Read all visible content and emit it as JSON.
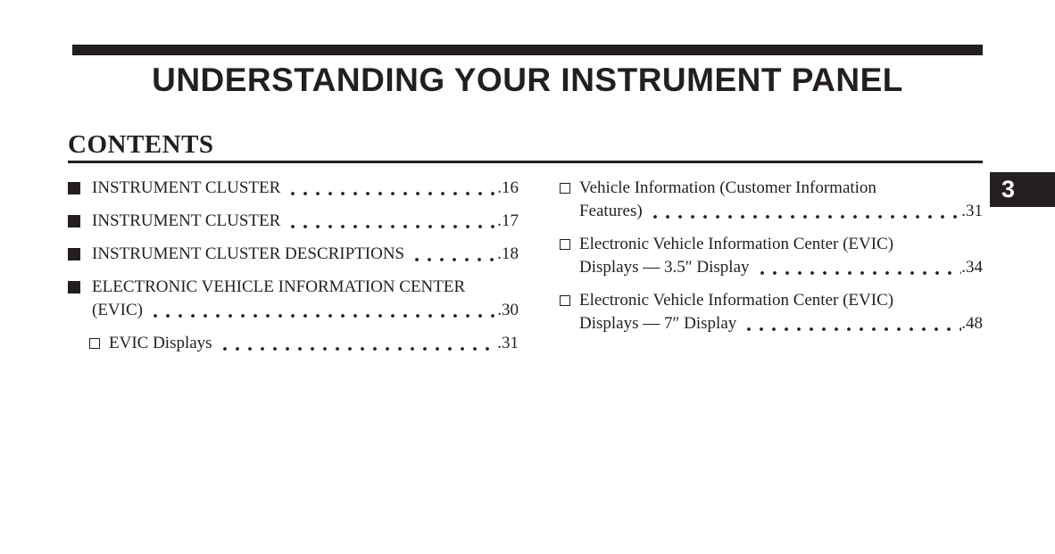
{
  "page": {
    "title": "UNDERSTANDING YOUR INSTRUMENT PANEL",
    "contents_heading": "CONTENTS",
    "chapter_tab_label": "3"
  },
  "colors": {
    "ink": "#231f20",
    "paper": "#ffffff",
    "tab_background": "#231f20",
    "tab_text": "#ffffff"
  },
  "toc": {
    "left_column": [
      {
        "bullet": "filled",
        "indent": false,
        "lines": [
          "INSTRUMENT CLUSTER"
        ],
        "page": "16",
        "page_label": ".16"
      },
      {
        "bullet": "filled",
        "indent": false,
        "lines": [
          "INSTRUMENT CLUSTER"
        ],
        "page": "17",
        "page_label": ".17"
      },
      {
        "bullet": "filled",
        "indent": false,
        "lines": [
          "INSTRUMENT CLUSTER DESCRIPTIONS"
        ],
        "page": "18",
        "page_label": ".18"
      },
      {
        "bullet": "filled",
        "indent": false,
        "lines": [
          "ELECTRONIC VEHICLE INFORMATION CENTER",
          "(EVIC)"
        ],
        "page": "30",
        "page_label": ".30"
      },
      {
        "bullet": "open",
        "indent": true,
        "lines": [
          "EVIC Displays"
        ],
        "page": "31",
        "page_label": ".31"
      }
    ],
    "right_column": [
      {
        "bullet": "open",
        "indent": false,
        "lines": [
          "Vehicle Information (Customer Information",
          "Features)"
        ],
        "page": "31",
        "page_label": ".31"
      },
      {
        "bullet": "open",
        "indent": false,
        "lines": [
          "Electronic Vehicle Information Center (EVIC)",
          "Displays — 3.5″ Display"
        ],
        "page": "34",
        "page_label": ".34"
      },
      {
        "bullet": "open",
        "indent": false,
        "lines": [
          "Electronic Vehicle Information Center (EVIC)",
          "Displays — 7″ Display"
        ],
        "page": "48",
        "page_label": ".48"
      }
    ]
  }
}
